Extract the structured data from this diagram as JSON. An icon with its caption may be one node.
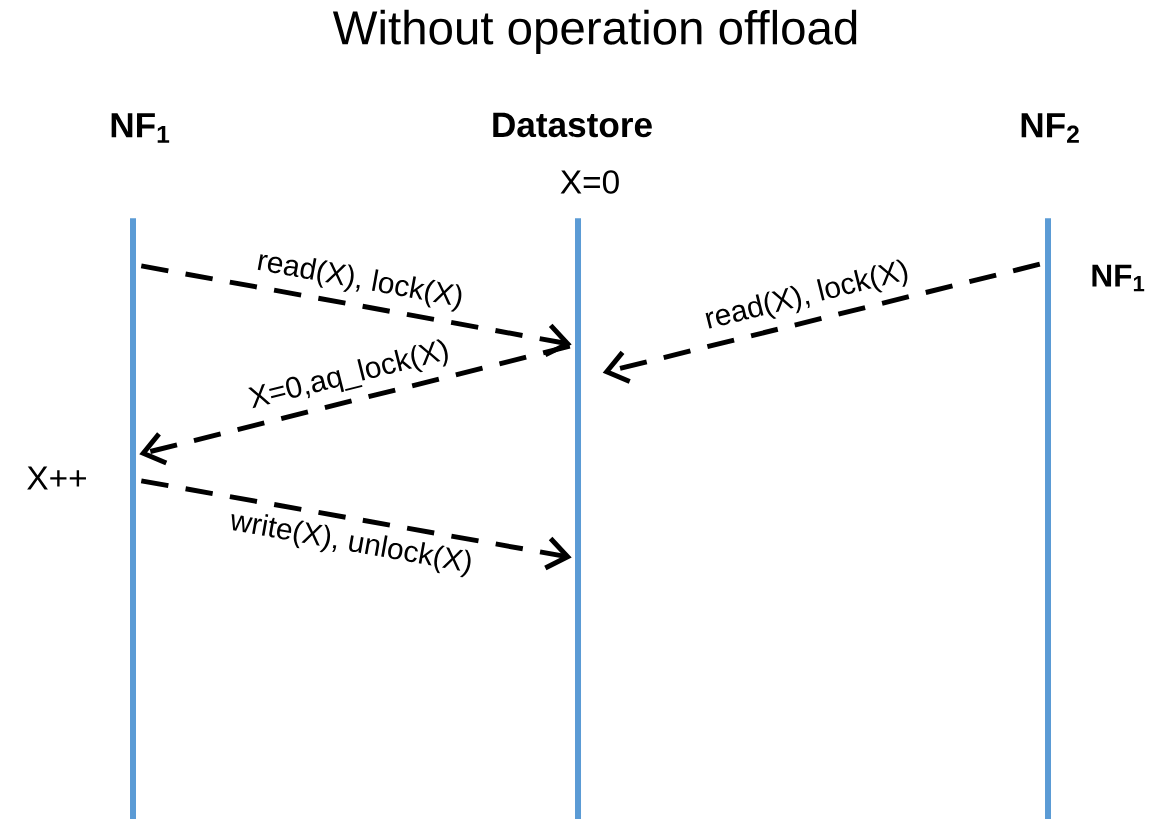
{
  "diagram": {
    "title": "Without operation offload",
    "nodes": [
      {
        "text": [
          "NF$_{1}$"
        ],
        "beside": [
          "X++"
        ]
      },
      {
        "text": [
          "Datastore"
        ],
        "beside": [
          "X=0"
        ]
      },
      {
        "text": [
          "NF$_{2}$"
        ]
      }
    ],
    "edges": [
      {
        "from": 0,
        "to": 1,
        "arrow": "to",
        "style": "dashed",
        "label": "read(X), lock(X)"
      },
      {
        "from": 2,
        "to": 1,
        "arrow": "to",
        "style": "dashed",
        "label": "read(X), lock(X)"
      },
      {
        "from": 1,
        "to": 0,
        "arrow": "to",
        "style": "dashed",
        "label": "X=0,aq_lock(X)"
      },
      {
        "from": 0,
        "to": 1,
        "arrow": "to",
        "style": "dashed",
        "label": "write(X), unlock(X)"
      }
    ],
    "labels": [
      "NF$_{1}$"
    ]
  }
}
